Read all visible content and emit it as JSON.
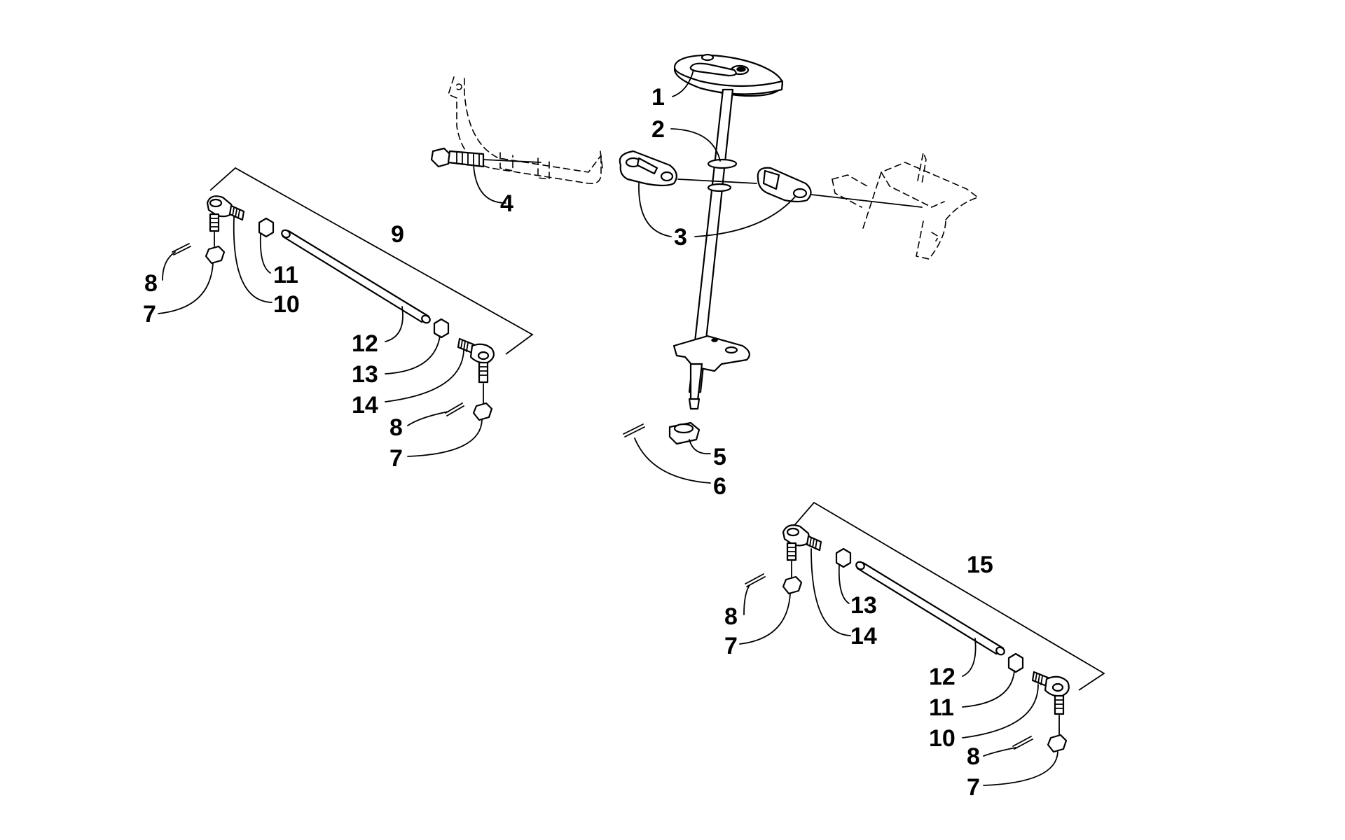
{
  "callouts": {
    "c1": "1",
    "c2": "2",
    "c3": "3",
    "c4": "4",
    "c5": "5",
    "c6": "6",
    "c7a": "7",
    "c8a": "8",
    "c9": "9",
    "c10a": "10",
    "c11a": "11",
    "c12a": "12",
    "c13a": "13",
    "c14a": "14",
    "c8b": "8",
    "c7b": "7",
    "c15": "15",
    "c8c": "8",
    "c7c": "7",
    "c13b": "13",
    "c14b": "14",
    "c12b": "12",
    "c11b": "11",
    "c10b": "10",
    "c8d": "8",
    "c7d": "7"
  },
  "colors": {
    "ink": "#000000",
    "paper": "#ffffff"
  }
}
